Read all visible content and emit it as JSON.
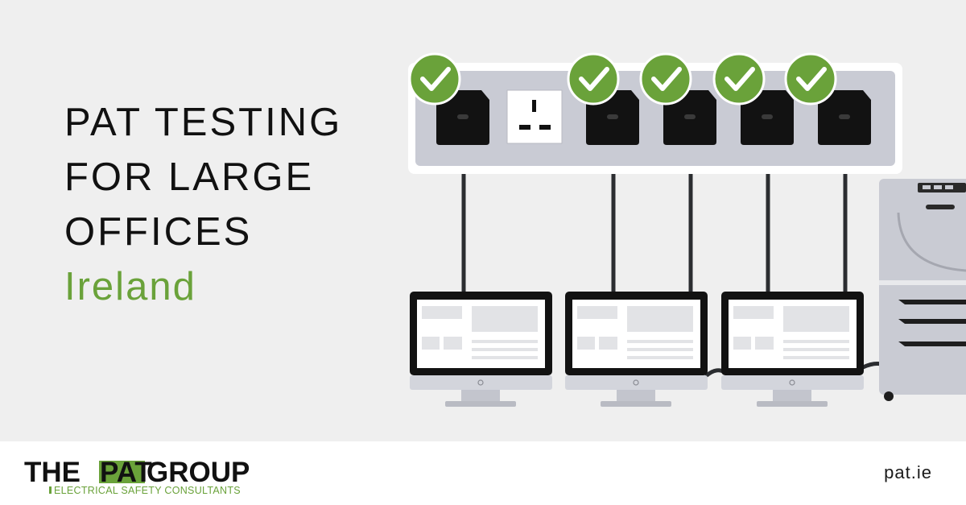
{
  "headline": {
    "line1": "PAT TESTING",
    "line2": "FOR LARGE",
    "line3": "OFFICES",
    "line4": "Ireland"
  },
  "brand": {
    "logo_the": "THE",
    "logo_pat": "PAT",
    "logo_group": "GROUP",
    "tagline": "ELECTRICAL SAFETY CONSULTANTS",
    "website": "pat.ie"
  },
  "illustration": {
    "icons": [
      "check-icon",
      "plug-icon",
      "socket-icon",
      "monitor-icon",
      "printer-icon"
    ],
    "plugged_sockets_checked": 5,
    "empty_sockets": 1,
    "monitors": 3
  },
  "colors": {
    "background": "#efefef",
    "accent_green": "#6aa23a",
    "text_dark": "#111111",
    "plug": "#111111",
    "strip": "#c9cbd4",
    "footer": "#ffffff"
  }
}
